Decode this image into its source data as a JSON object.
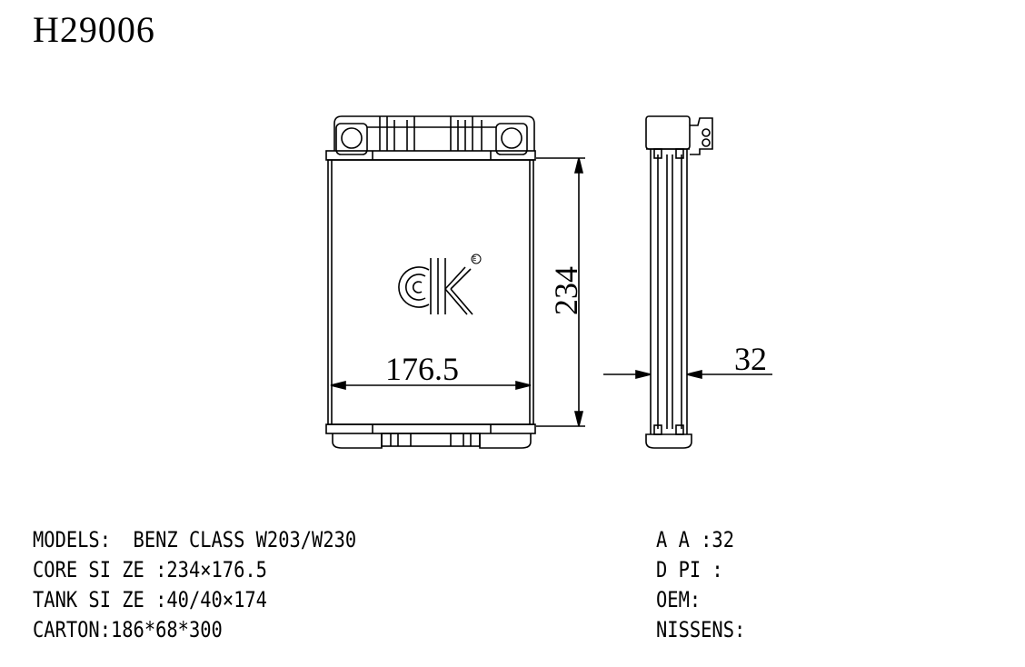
{
  "part_number": "H29006",
  "dimensions": {
    "height": "234",
    "width": "176.5",
    "thickness": "32"
  },
  "specs_left": {
    "models": "MODELS:  BENZ CLASS W203/W230",
    "core_size": "CORE SI ZE :234×176.5",
    "tank_size": "TANK SI ZE :40/40×174",
    "carton": "CARTON:186*68*300"
  },
  "specs_right": {
    "aa": "A A :32",
    "dpi": "D PI :",
    "oem": "OEM:",
    "nissens": "NISSENS:"
  },
  "logo": {
    "icon": "ck-logo-icon",
    "registered_mark": "E"
  }
}
